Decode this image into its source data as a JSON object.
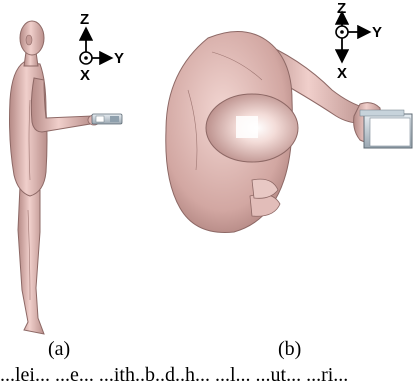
{
  "panels": [
    {
      "id": "a",
      "label": "(a)",
      "axes": {
        "up": "Z",
        "right": "Y",
        "out": "X"
      }
    },
    {
      "id": "b",
      "label": "(b)",
      "axes": {
        "up": "Z",
        "right": "Y",
        "down": "X"
      }
    }
  ],
  "caption": "...lei... ...e... ...ith..b..d..h... ...l... ...ut... ...ri..."
}
